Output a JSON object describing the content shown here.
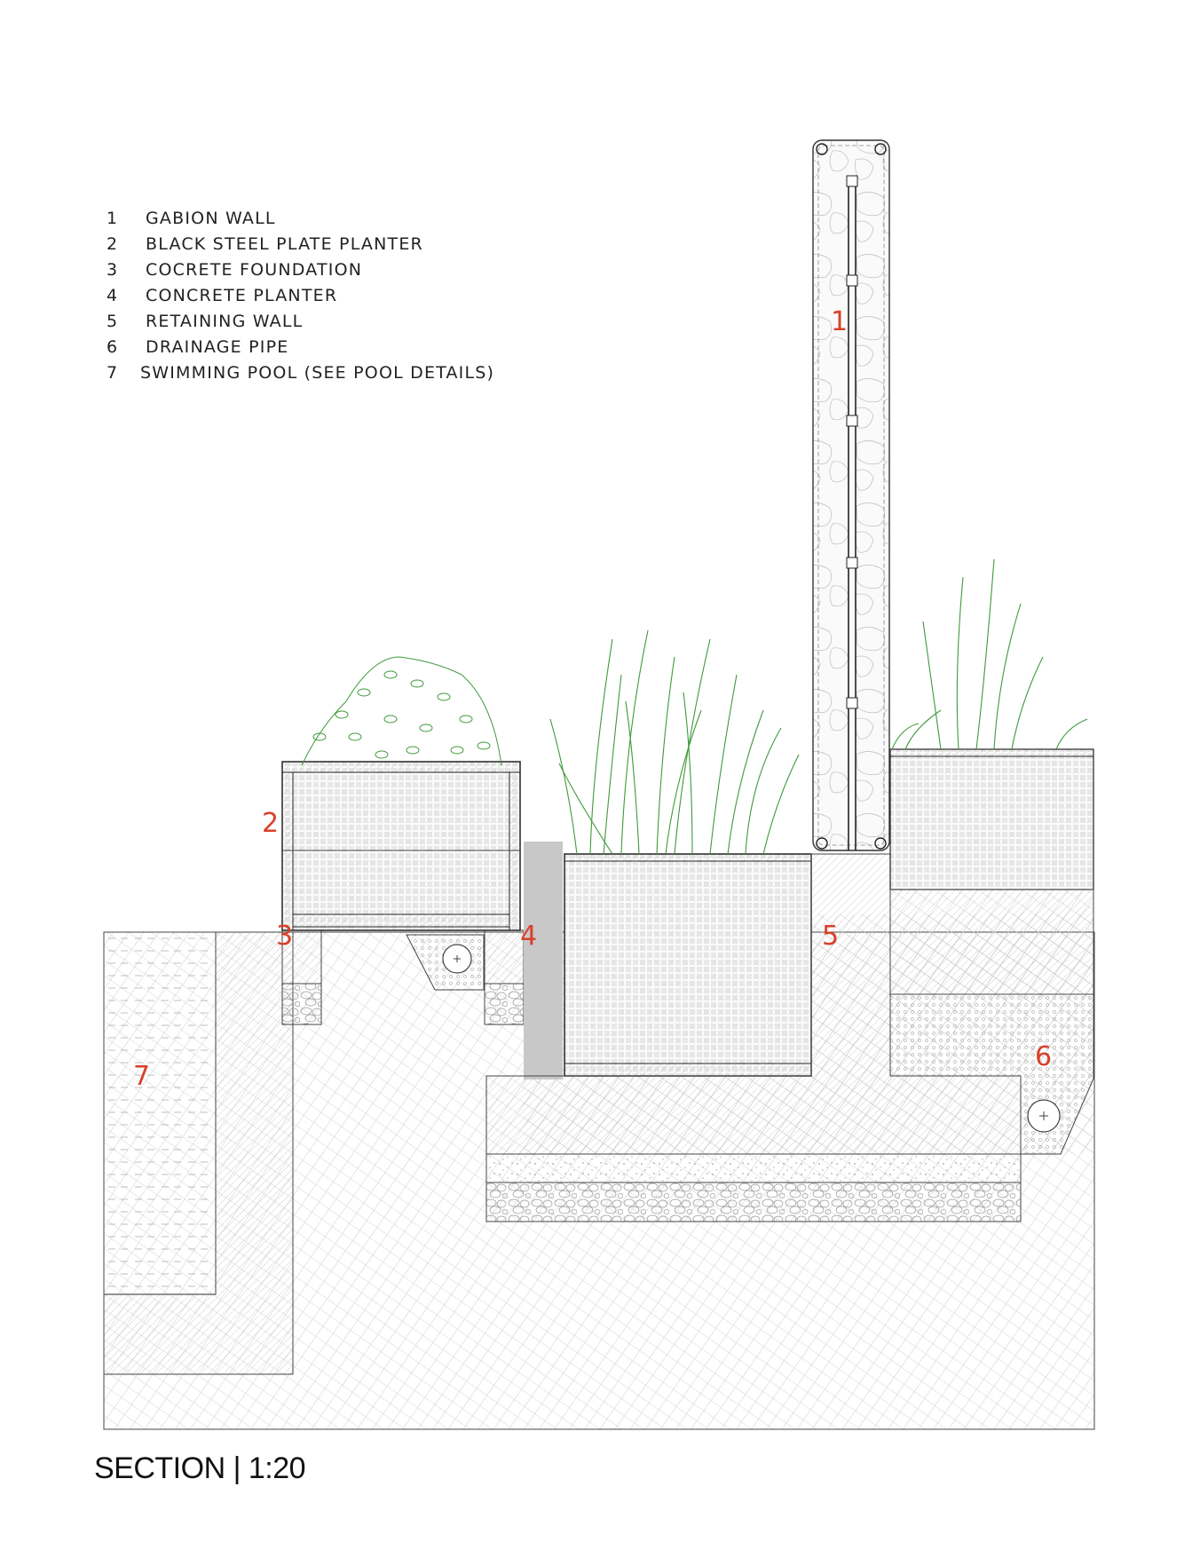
{
  "legend": [
    {
      "num": "1",
      "label": "GABION WALL"
    },
    {
      "num": "2",
      "label": "BLACK STEEL PLATE PLANTER"
    },
    {
      "num": "3",
      "label": "COCRETE FOUNDATION"
    },
    {
      "num": "4",
      "label": "CONCRETE PLANTER"
    },
    {
      "num": "5",
      "label": "RETAINING WALL"
    },
    {
      "num": "6",
      "label": "DRAINAGE PIPE"
    },
    {
      "num": "7",
      "label": "SWIMMING POOL (SEE POOL DETAILS)"
    }
  ],
  "callouts": [
    "1",
    "2",
    "3",
    "4",
    "5",
    "6",
    "7"
  ],
  "title": "SECTION | 1:20",
  "colors": {
    "callout": "#d8412a",
    "plant": "#3f9a3a",
    "line": "#333333",
    "concrete_band": "#c8c8c8"
  }
}
